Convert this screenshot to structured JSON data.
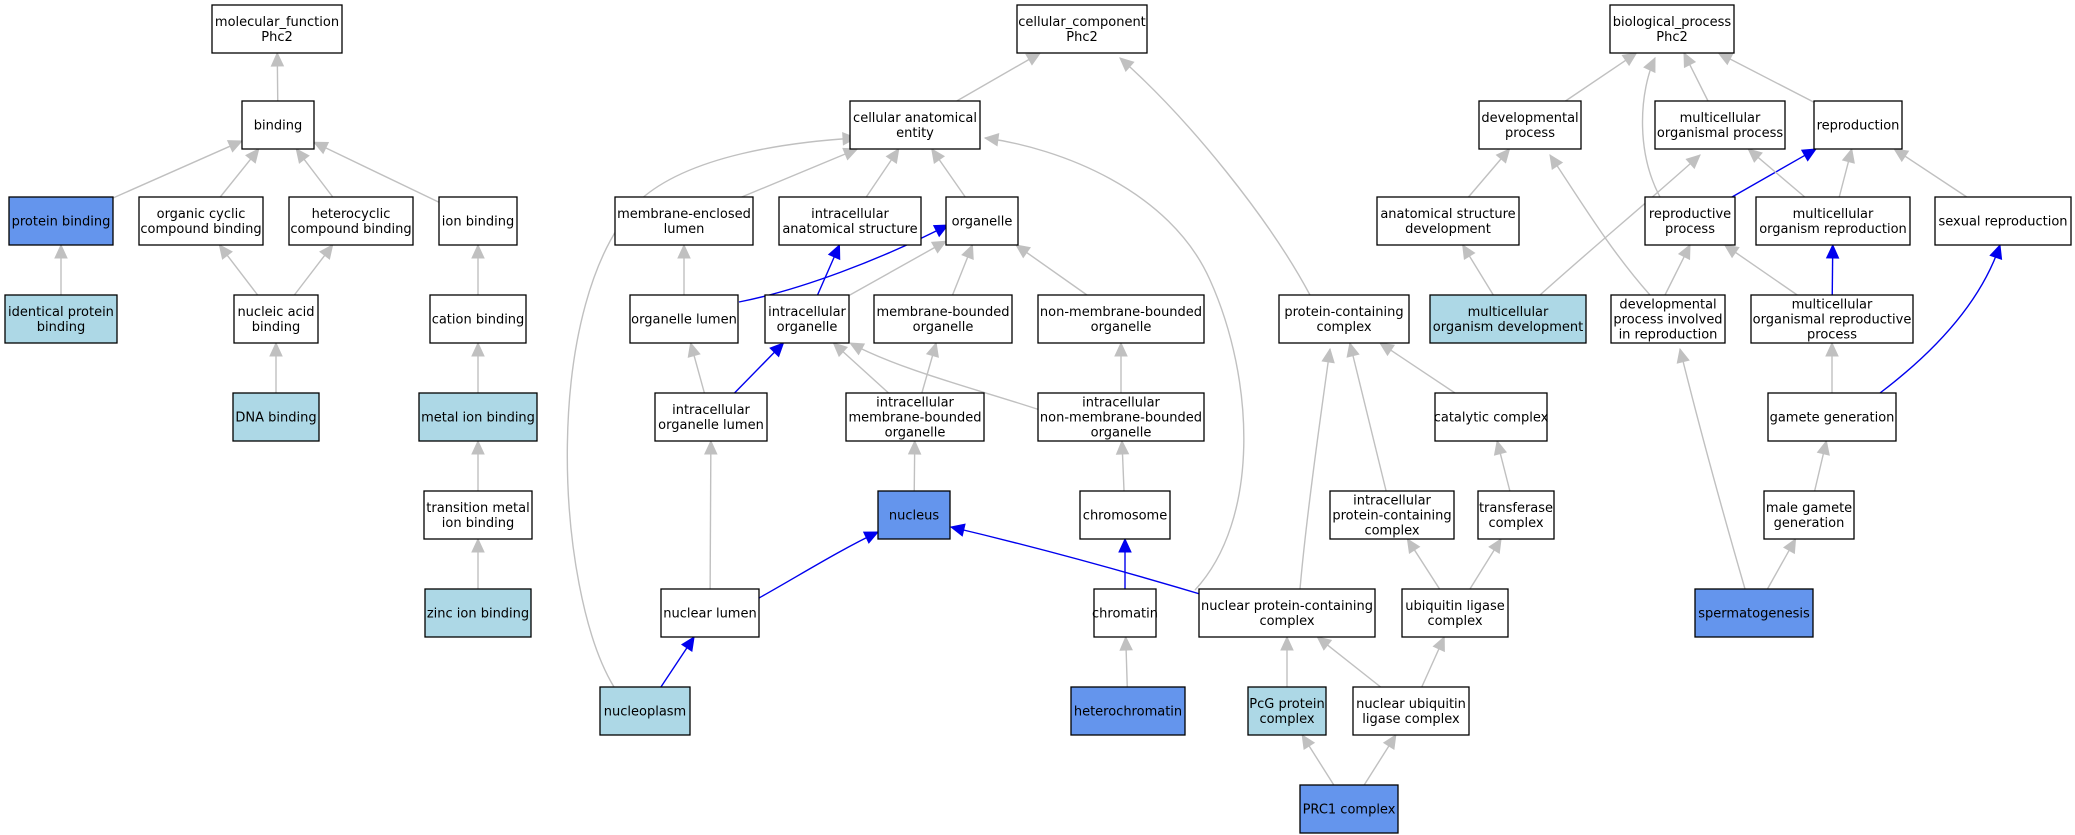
{
  "colors": {
    "plain": "#ffffff",
    "light": "#add8e6",
    "dark": "#6495ed",
    "is_a_edge": "#c0c0c0",
    "part_of_edge": "#0000ee"
  },
  "nodes": {
    "mf": {
      "lines": [
        "molecular_function",
        "Phc2"
      ],
      "fill": "plain"
    },
    "binding": {
      "lines": [
        "binding"
      ],
      "fill": "plain"
    },
    "protein_binding": {
      "lines": [
        "protein binding"
      ],
      "fill": "dark"
    },
    "organic_cyclic": {
      "lines": [
        "organic cyclic",
        "compound binding"
      ],
      "fill": "plain"
    },
    "heterocyclic": {
      "lines": [
        "heterocyclic",
        "compound binding"
      ],
      "fill": "plain"
    },
    "ion_binding": {
      "lines": [
        "ion binding"
      ],
      "fill": "plain"
    },
    "identical_protein": {
      "lines": [
        "identical protein",
        "binding"
      ],
      "fill": "light"
    },
    "nucleic_acid": {
      "lines": [
        "nucleic acid",
        "binding"
      ],
      "fill": "plain"
    },
    "cation_binding": {
      "lines": [
        "cation binding"
      ],
      "fill": "plain"
    },
    "dna_binding": {
      "lines": [
        "DNA binding"
      ],
      "fill": "light"
    },
    "metal_ion": {
      "lines": [
        "metal ion binding"
      ],
      "fill": "light"
    },
    "transition_metal": {
      "lines": [
        "transition metal",
        "ion binding"
      ],
      "fill": "plain"
    },
    "zinc_ion": {
      "lines": [
        "zinc ion binding"
      ],
      "fill": "light"
    },
    "cc": {
      "lines": [
        "cellular_component",
        "Phc2"
      ],
      "fill": "plain"
    },
    "cae": {
      "lines": [
        "cellular anatomical",
        "entity"
      ],
      "fill": "plain"
    },
    "mem_lumen": {
      "lines": [
        "membrane-enclosed",
        "lumen"
      ],
      "fill": "plain"
    },
    "ias": {
      "lines": [
        "intracellular",
        "anatomical structure"
      ],
      "fill": "plain"
    },
    "organelle": {
      "lines": [
        "organelle"
      ],
      "fill": "plain"
    },
    "organelle_lumen": {
      "lines": [
        "organelle lumen"
      ],
      "fill": "plain"
    },
    "intra_organelle": {
      "lines": [
        "intracellular",
        "organelle"
      ],
      "fill": "plain"
    },
    "mem_bounded": {
      "lines": [
        "membrane-bounded",
        "organelle"
      ],
      "fill": "plain"
    },
    "non_mem_bounded": {
      "lines": [
        "non-membrane-bounded",
        "organelle"
      ],
      "fill": "plain"
    },
    "intra_org_lumen": {
      "lines": [
        "intracellular",
        "organelle lumen"
      ],
      "fill": "plain"
    },
    "intra_mem_bounded": {
      "lines": [
        "intracellular",
        "membrane-bounded",
        "organelle"
      ],
      "fill": "plain"
    },
    "intra_non_mem": {
      "lines": [
        "intracellular",
        "non-membrane-bounded",
        "organelle"
      ],
      "fill": "plain"
    },
    "nucleus": {
      "lines": [
        "nucleus"
      ],
      "fill": "dark"
    },
    "chromosome": {
      "lines": [
        "chromosome"
      ],
      "fill": "plain"
    },
    "nuclear_lumen": {
      "lines": [
        "nuclear lumen"
      ],
      "fill": "plain"
    },
    "chromatin": {
      "lines": [
        "chromatin"
      ],
      "fill": "plain"
    },
    "nucleoplasm": {
      "lines": [
        "nucleoplasm"
      ],
      "fill": "light"
    },
    "heterochromatin": {
      "lines": [
        "heterochromatin"
      ],
      "fill": "dark"
    },
    "protein_complex": {
      "lines": [
        "protein-containing",
        "complex"
      ],
      "fill": "plain"
    },
    "catalytic": {
      "lines": [
        "catalytic complex"
      ],
      "fill": "plain"
    },
    "intra_protein_complex": {
      "lines": [
        "intracellular",
        "protein-containing",
        "complex"
      ],
      "fill": "plain"
    },
    "transferase": {
      "lines": [
        "transferase",
        "complex"
      ],
      "fill": "plain"
    },
    "nuclear_protein_complex": {
      "lines": [
        "nuclear protein-containing",
        "complex"
      ],
      "fill": "plain"
    },
    "ubiquitin_ligase": {
      "lines": [
        "ubiquitin ligase",
        "complex"
      ],
      "fill": "plain"
    },
    "pcg": {
      "lines": [
        "PcG protein",
        "complex"
      ],
      "fill": "light"
    },
    "nuclear_ubiquitin": {
      "lines": [
        "nuclear ubiquitin",
        "ligase complex"
      ],
      "fill": "plain"
    },
    "prc1": {
      "lines": [
        "PRC1 complex"
      ],
      "fill": "dark"
    },
    "bp": {
      "lines": [
        "biological_process",
        "Phc2"
      ],
      "fill": "plain"
    },
    "developmental": {
      "lines": [
        "developmental",
        "process"
      ],
      "fill": "plain"
    },
    "multicellular_proc": {
      "lines": [
        "multicellular",
        "organismal process"
      ],
      "fill": "plain"
    },
    "reproduction": {
      "lines": [
        "reproduction"
      ],
      "fill": "plain"
    },
    "anat_dev": {
      "lines": [
        "anatomical structure",
        "development"
      ],
      "fill": "plain"
    },
    "reproductive_proc": {
      "lines": [
        "reproductive",
        "process"
      ],
      "fill": "plain"
    },
    "multi_org_repro": {
      "lines": [
        "multicellular",
        "organism reproduction"
      ],
      "fill": "plain"
    },
    "sexual_repro": {
      "lines": [
        "sexual reproduction"
      ],
      "fill": "plain"
    },
    "multi_org_dev": {
      "lines": [
        "multicellular",
        "organism development"
      ],
      "fill": "light"
    },
    "dev_in_repro": {
      "lines": [
        "developmental",
        "process involved",
        "in reproduction"
      ],
      "fill": "plain"
    },
    "multi_org_repro_proc": {
      "lines": [
        "multicellular",
        "organismal reproductive",
        "process"
      ],
      "fill": "plain"
    },
    "gamete_gen": {
      "lines": [
        "gamete generation"
      ],
      "fill": "plain"
    },
    "male_gamete": {
      "lines": [
        "male gamete",
        "generation"
      ],
      "fill": "plain"
    },
    "spermatogenesis": {
      "lines": [
        "spermatogenesis"
      ],
      "fill": "dark"
    }
  },
  "edges": [
    {
      "from": "binding",
      "to": "mf",
      "relation": "is_a"
    },
    {
      "from": "protein_binding",
      "to": "binding",
      "relation": "is_a"
    },
    {
      "from": "organic_cyclic",
      "to": "binding",
      "relation": "is_a"
    },
    {
      "from": "heterocyclic",
      "to": "binding",
      "relation": "is_a"
    },
    {
      "from": "ion_binding",
      "to": "binding",
      "relation": "is_a"
    },
    {
      "from": "identical_protein",
      "to": "protein_binding",
      "relation": "is_a"
    },
    {
      "from": "nucleic_acid",
      "to": "organic_cyclic",
      "relation": "is_a"
    },
    {
      "from": "nucleic_acid",
      "to": "heterocyclic",
      "relation": "is_a"
    },
    {
      "from": "cation_binding",
      "to": "ion_binding",
      "relation": "is_a"
    },
    {
      "from": "dna_binding",
      "to": "nucleic_acid",
      "relation": "is_a"
    },
    {
      "from": "metal_ion",
      "to": "cation_binding",
      "relation": "is_a"
    },
    {
      "from": "transition_metal",
      "to": "metal_ion",
      "relation": "is_a"
    },
    {
      "from": "zinc_ion",
      "to": "transition_metal",
      "relation": "is_a"
    },
    {
      "from": "cae",
      "to": "cc",
      "relation": "is_a"
    },
    {
      "from": "protein_complex",
      "to": "cc",
      "relation": "is_a"
    },
    {
      "from": "mem_lumen",
      "to": "cae",
      "relation": "is_a"
    },
    {
      "from": "ias",
      "to": "cae",
      "relation": "is_a"
    },
    {
      "from": "organelle",
      "to": "cae",
      "relation": "is_a"
    },
    {
      "from": "nucleoplasm",
      "to": "cae",
      "relation": "is_a"
    },
    {
      "from": "chromatin",
      "to": "cae",
      "relation": "is_a"
    },
    {
      "from": "organelle_lumen",
      "to": "mem_lumen",
      "relation": "is_a"
    },
    {
      "from": "organelle_lumen",
      "to": "organelle",
      "relation": "part_of"
    },
    {
      "from": "intra_organelle",
      "to": "organelle",
      "relation": "is_a"
    },
    {
      "from": "intra_organelle",
      "to": "ias",
      "relation": "part_of"
    },
    {
      "from": "mem_bounded",
      "to": "organelle",
      "relation": "is_a"
    },
    {
      "from": "non_mem_bounded",
      "to": "organelle",
      "relation": "is_a"
    },
    {
      "from": "intra_org_lumen",
      "to": "organelle_lumen",
      "relation": "is_a"
    },
    {
      "from": "intra_org_lumen",
      "to": "intra_organelle",
      "relation": "part_of"
    },
    {
      "from": "intra_mem_bounded",
      "to": "intra_organelle",
      "relation": "is_a"
    },
    {
      "from": "intra_mem_bounded",
      "to": "mem_bounded",
      "relation": "is_a"
    },
    {
      "from": "intra_non_mem",
      "to": "intra_organelle",
      "relation": "is_a"
    },
    {
      "from": "intra_non_mem",
      "to": "non_mem_bounded",
      "relation": "is_a"
    },
    {
      "from": "nucleus",
      "to": "intra_mem_bounded",
      "relation": "is_a"
    },
    {
      "from": "chromosome",
      "to": "intra_non_mem",
      "relation": "is_a"
    },
    {
      "from": "nuclear_lumen",
      "to": "intra_org_lumen",
      "relation": "is_a"
    },
    {
      "from": "nuclear_lumen",
      "to": "nucleus",
      "relation": "part_of"
    },
    {
      "from": "chromatin",
      "to": "chromosome",
      "relation": "part_of"
    },
    {
      "from": "nucleoplasm",
      "to": "nuclear_lumen",
      "relation": "part_of"
    },
    {
      "from": "heterochromatin",
      "to": "chromatin",
      "relation": "is_a"
    },
    {
      "from": "catalytic",
      "to": "protein_complex",
      "relation": "is_a"
    },
    {
      "from": "intra_protein_complex",
      "to": "protein_complex",
      "relation": "is_a"
    },
    {
      "from": "nuclear_protein_complex",
      "to": "protein_complex",
      "relation": "is_a"
    },
    {
      "from": "nuclear_protein_complex",
      "to": "nucleus",
      "relation": "part_of"
    },
    {
      "from": "transferase",
      "to": "catalytic",
      "relation": "is_a"
    },
    {
      "from": "ubiquitin_ligase",
      "to": "transferase",
      "relation": "is_a"
    },
    {
      "from": "ubiquitin_ligase",
      "to": "intra_protein_complex",
      "relation": "is_a"
    },
    {
      "from": "pcg",
      "to": "nuclear_protein_complex",
      "relation": "is_a"
    },
    {
      "from": "nuclear_ubiquitin",
      "to": "nuclear_protein_complex",
      "relation": "is_a"
    },
    {
      "from": "nuclear_ubiquitin",
      "to": "ubiquitin_ligase",
      "relation": "is_a"
    },
    {
      "from": "prc1",
      "to": "pcg",
      "relation": "is_a"
    },
    {
      "from": "prc1",
      "to": "nuclear_ubiquitin",
      "relation": "is_a"
    },
    {
      "from": "developmental",
      "to": "bp",
      "relation": "is_a"
    },
    {
      "from": "multicellular_proc",
      "to": "bp",
      "relation": "is_a"
    },
    {
      "from": "reproduction",
      "to": "bp",
      "relation": "is_a"
    },
    {
      "from": "reproductive_proc",
      "to": "bp",
      "relation": "is_a"
    },
    {
      "from": "anat_dev",
      "to": "developmental",
      "relation": "is_a"
    },
    {
      "from": "reproductive_proc",
      "to": "reproduction",
      "relation": "part_of"
    },
    {
      "from": "multi_org_repro",
      "to": "reproduction",
      "relation": "is_a"
    },
    {
      "from": "multi_org_repro",
      "to": "multicellular_proc",
      "relation": "is_a"
    },
    {
      "from": "sexual_repro",
      "to": "reproduction",
      "relation": "is_a"
    },
    {
      "from": "multi_org_dev",
      "to": "anat_dev",
      "relation": "is_a"
    },
    {
      "from": "multi_org_dev",
      "to": "multicellular_proc",
      "relation": "is_a"
    },
    {
      "from": "dev_in_repro",
      "to": "reproductive_proc",
      "relation": "is_a"
    },
    {
      "from": "dev_in_repro",
      "to": "developmental",
      "relation": "is_a"
    },
    {
      "from": "multi_org_repro_proc",
      "to": "multi_org_repro",
      "relation": "part_of"
    },
    {
      "from": "multi_org_repro_proc",
      "to": "reproductive_proc",
      "relation": "is_a"
    },
    {
      "from": "gamete_gen",
      "to": "multi_org_repro_proc",
      "relation": "is_a"
    },
    {
      "from": "gamete_gen",
      "to": "sexual_repro",
      "relation": "part_of"
    },
    {
      "from": "male_gamete",
      "to": "gamete_gen",
      "relation": "is_a"
    },
    {
      "from": "spermatogenesis",
      "to": "male_gamete",
      "relation": "is_a"
    },
    {
      "from": "spermatogenesis",
      "to": "dev_in_repro",
      "relation": "is_a"
    }
  ]
}
